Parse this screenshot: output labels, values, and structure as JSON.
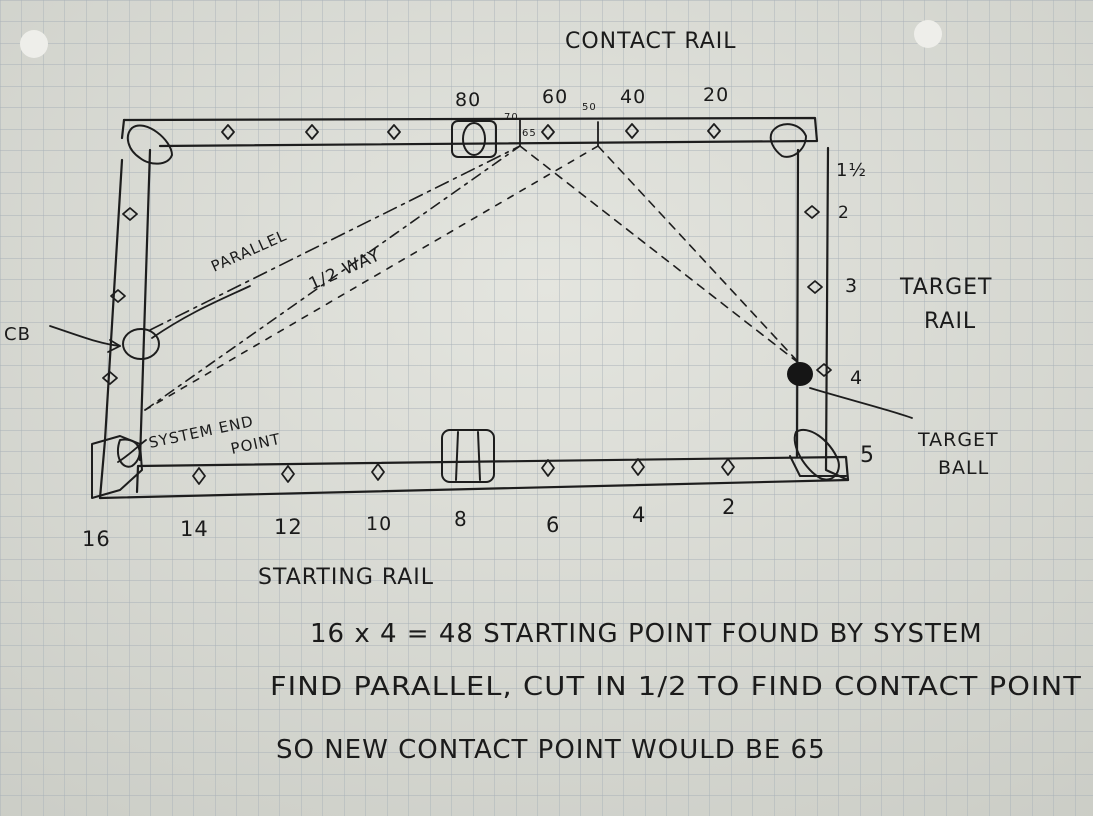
{
  "diagram": {
    "contact_rail_label": "CONTACT RAIL",
    "starting_rail_label": "STARTING RAIL",
    "target_rail_label_line1": "TARGET",
    "target_rail_label_line2": "RAIL",
    "target_ball_label_line1": "TARGET",
    "target_ball_label_line2": "BALL",
    "cue_ball_label": "CB",
    "parallel_label": "PARALLEL",
    "half_way_label": "1/2 WAY",
    "system_end_point_line1": "SYSTEM END",
    "system_end_point_line2": "POINT",
    "contact_rail_numbers": {
      "n80": "80",
      "n70": "70",
      "n65": "65",
      "n60": "60",
      "n50": "50",
      "n40": "40",
      "n20": "20"
    },
    "target_rail_numbers": {
      "n1_5": "1½",
      "n2": "2",
      "n3": "3",
      "n4": "4",
      "n5": "5"
    },
    "starting_rail_numbers": {
      "n16": "16",
      "n14": "14",
      "n12": "12",
      "n10": "10",
      "n8": "8",
      "n6": "6",
      "n4": "4",
      "n2": "2"
    }
  },
  "notes": {
    "line1": "16 x 4 = 48  STARTING POINT FOUND BY SYSTEM",
    "line2": "FIND PARALLEL, CUT IN 1/2 TO FIND CONTACT POINT",
    "line3": "SO NEW CONTACT POINT WOULD BE  65"
  },
  "colors": {
    "paper": "#d9dad4",
    "grid": "#a9b1b8",
    "ink": "#1d1d1d"
  }
}
